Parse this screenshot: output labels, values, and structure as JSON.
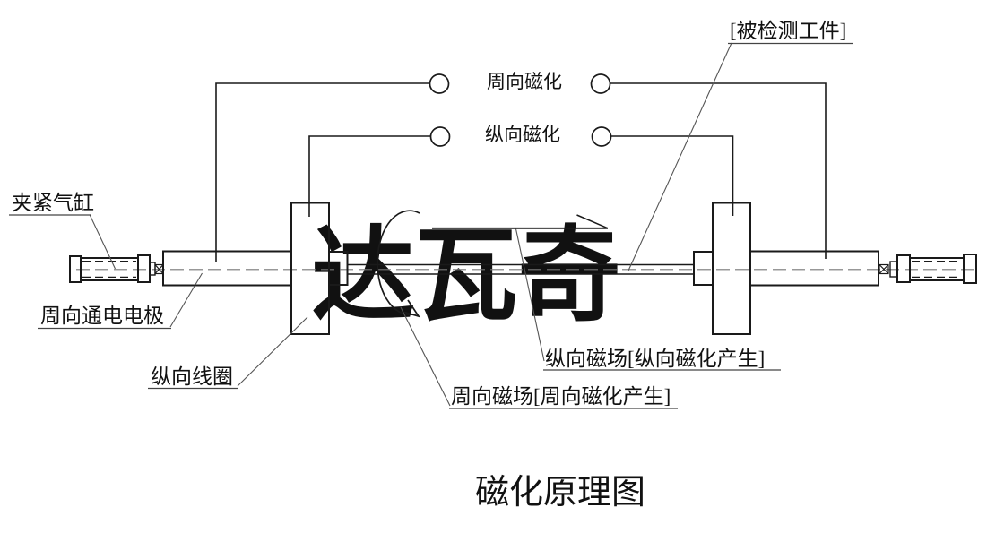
{
  "title": "磁化原理图",
  "watermark": {
    "text": "达瓦奇",
    "color": "#d4d4d4"
  },
  "terminals": {
    "circumferential_label": "周向磁化",
    "longitudinal_label": "纵向磁化"
  },
  "callouts": {
    "workpiece": "[被检测工件]",
    "clamp_cylinder": "夹紧气缸",
    "circumferential_electrode": "周向通电电极",
    "longitudinal_coil": "纵向线圈",
    "longitudinal_field": "纵向磁场[纵向磁化产生]",
    "circumferential_field": "周向磁场[周向磁化产生]"
  },
  "colors": {
    "line": "#1a1a1a",
    "leader": "#555555",
    "centerline": "#777777",
    "watermark": "#d4d4d4",
    "background": "#ffffff"
  }
}
